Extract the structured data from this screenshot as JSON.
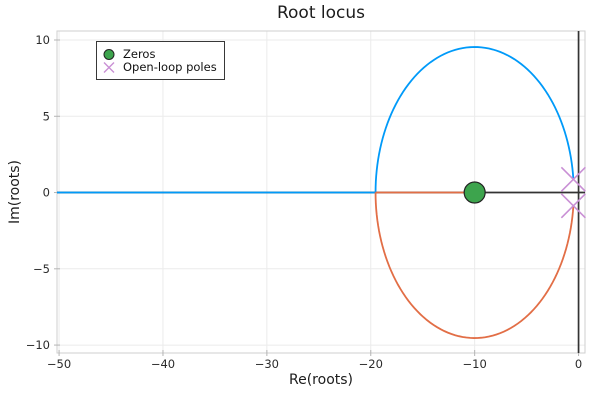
{
  "chart_data": {
    "type": "line",
    "title": "Root locus",
    "xlabel": "Re(roots)",
    "ylabel": "Im(roots)",
    "xlim": [
      -50.2,
      0.62
    ],
    "ylim": [
      -10.52,
      10.59
    ],
    "grid": true,
    "legend_position": "top-left",
    "xticks": {
      "values": [
        -50,
        -40,
        -30,
        -20,
        -10,
        0
      ],
      "labels": [
        "−50",
        "−40",
        "−30",
        "−20",
        "−10",
        "0"
      ]
    },
    "yticks": {
      "values": [
        -10,
        -5,
        0,
        5,
        10
      ],
      "labels": [
        "−10",
        "−5",
        "0",
        "5",
        "10"
      ]
    },
    "legend": [
      {
        "label": "Zeros",
        "marker": "circle",
        "color": "#3da44d"
      },
      {
        "label": "Open-loop poles",
        "marker": "x",
        "color": "#c98fd5"
      }
    ],
    "zeros": [
      {
        "re": -10,
        "im": 0
      }
    ],
    "poles": [
      {
        "re": -0.5,
        "im": 0.87
      },
      {
        "re": -0.5,
        "im": -0.87
      }
    ],
    "locus": {
      "circle_center_re": -10,
      "circle_radius": 9.54,
      "break_in_re": -19.54,
      "branches": [
        {
          "name": "upper-branch",
          "color": "#009af9",
          "real_axis_from": -50.2,
          "real_axis_to": -19.54,
          "arc": "upper"
        },
        {
          "name": "lower-branch",
          "color": "#e26e46",
          "real_axis_from": -19.54,
          "real_axis_to": -10,
          "arc": "lower"
        }
      ]
    },
    "colors": {
      "blue_branch": "#009af9",
      "orange_branch": "#e26e46",
      "zero_marker": "#3da44d",
      "pole_marker": "#c98fd5",
      "axis_line": "#333333",
      "grid_line": "#ebebeb",
      "frame_line": "#cfcfcf",
      "tick_mark": "#b5b5b5",
      "text": "#1c1c1c"
    }
  }
}
